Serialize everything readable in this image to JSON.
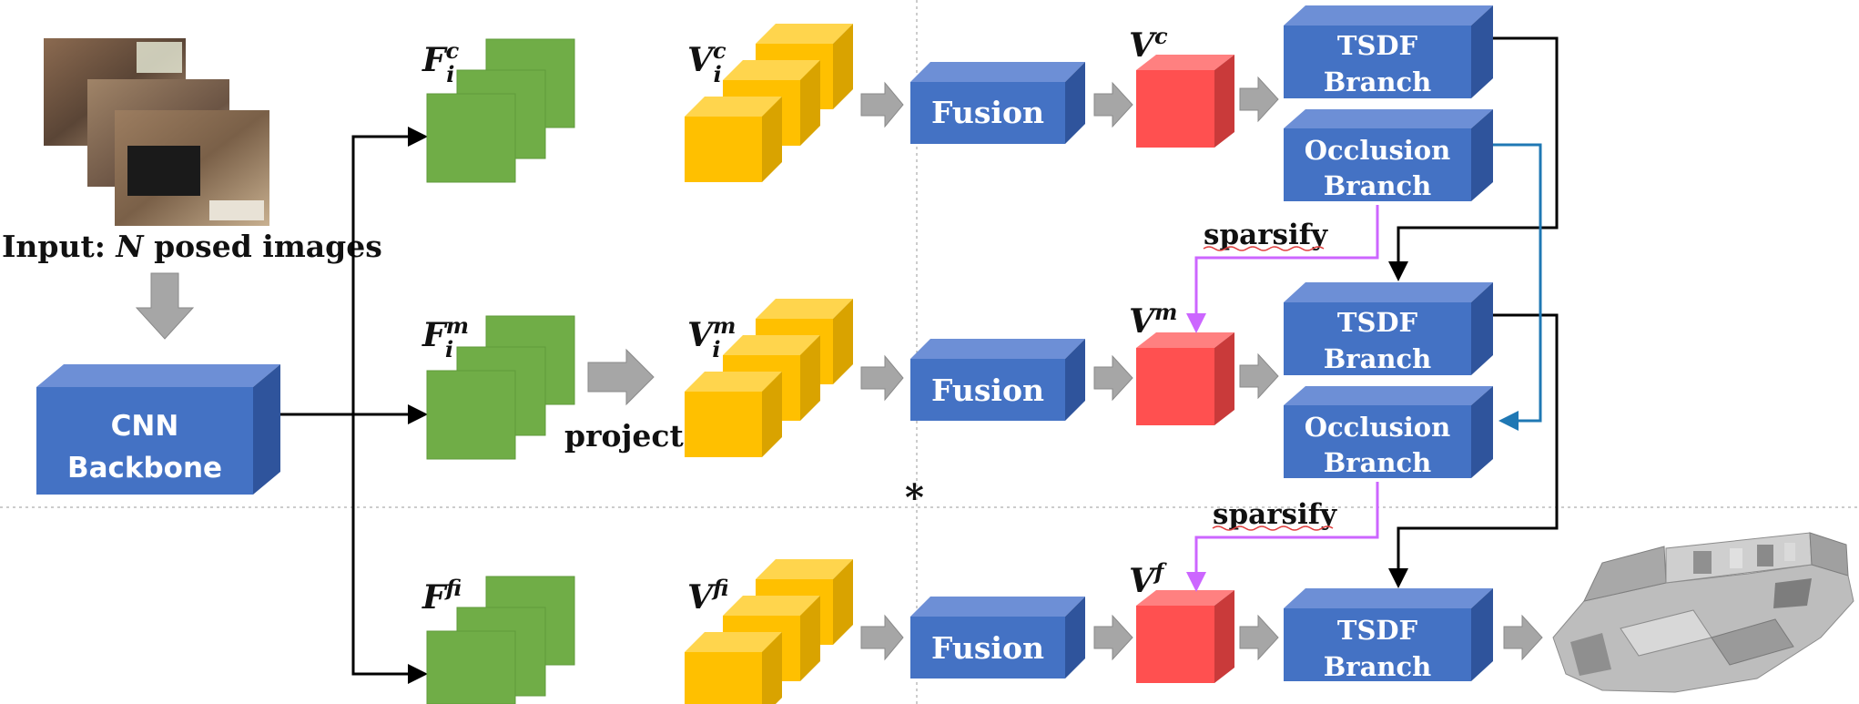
{
  "input": {
    "label_prefix": "Input: ",
    "label_var": "N",
    "label_suffix": " posed images"
  },
  "backbone": {
    "line1": "CNN",
    "line2": "Backbone"
  },
  "features": {
    "coarse": {
      "base": "F",
      "sub": "i",
      "sup": "c"
    },
    "medium": {
      "base": "F",
      "sub": "i",
      "sup": "m"
    },
    "fine": {
      "base": "F",
      "sub": "i",
      "sup": "f"
    }
  },
  "volumes": {
    "coarse": {
      "base": "V",
      "sub": "i",
      "sup": "c"
    },
    "medium": {
      "base": "V",
      "sub": "i",
      "sup": "m"
    },
    "fine": {
      "base": "V",
      "sub": "i",
      "sup": "f"
    }
  },
  "fused": {
    "coarse": {
      "base": "V",
      "sup": "c"
    },
    "medium": {
      "base": "V",
      "sup": "m"
    },
    "fine": {
      "base": "V",
      "sup": "f"
    }
  },
  "project_label": "project",
  "fusion_label": "Fusion",
  "tsdf": {
    "line1": "TSDF",
    "line2": "Branch"
  },
  "occlusion": {
    "line1": "Occlusion",
    "line2": "Branch"
  },
  "sparsify_label": "sparsify",
  "asterisk": "*",
  "colors": {
    "blue": "#4472c4",
    "green": "#70ad47",
    "yellow": "#ffc000",
    "red": "#ff5050",
    "purple": "#cc66ff",
    "link_blue": "#1f78b4"
  }
}
